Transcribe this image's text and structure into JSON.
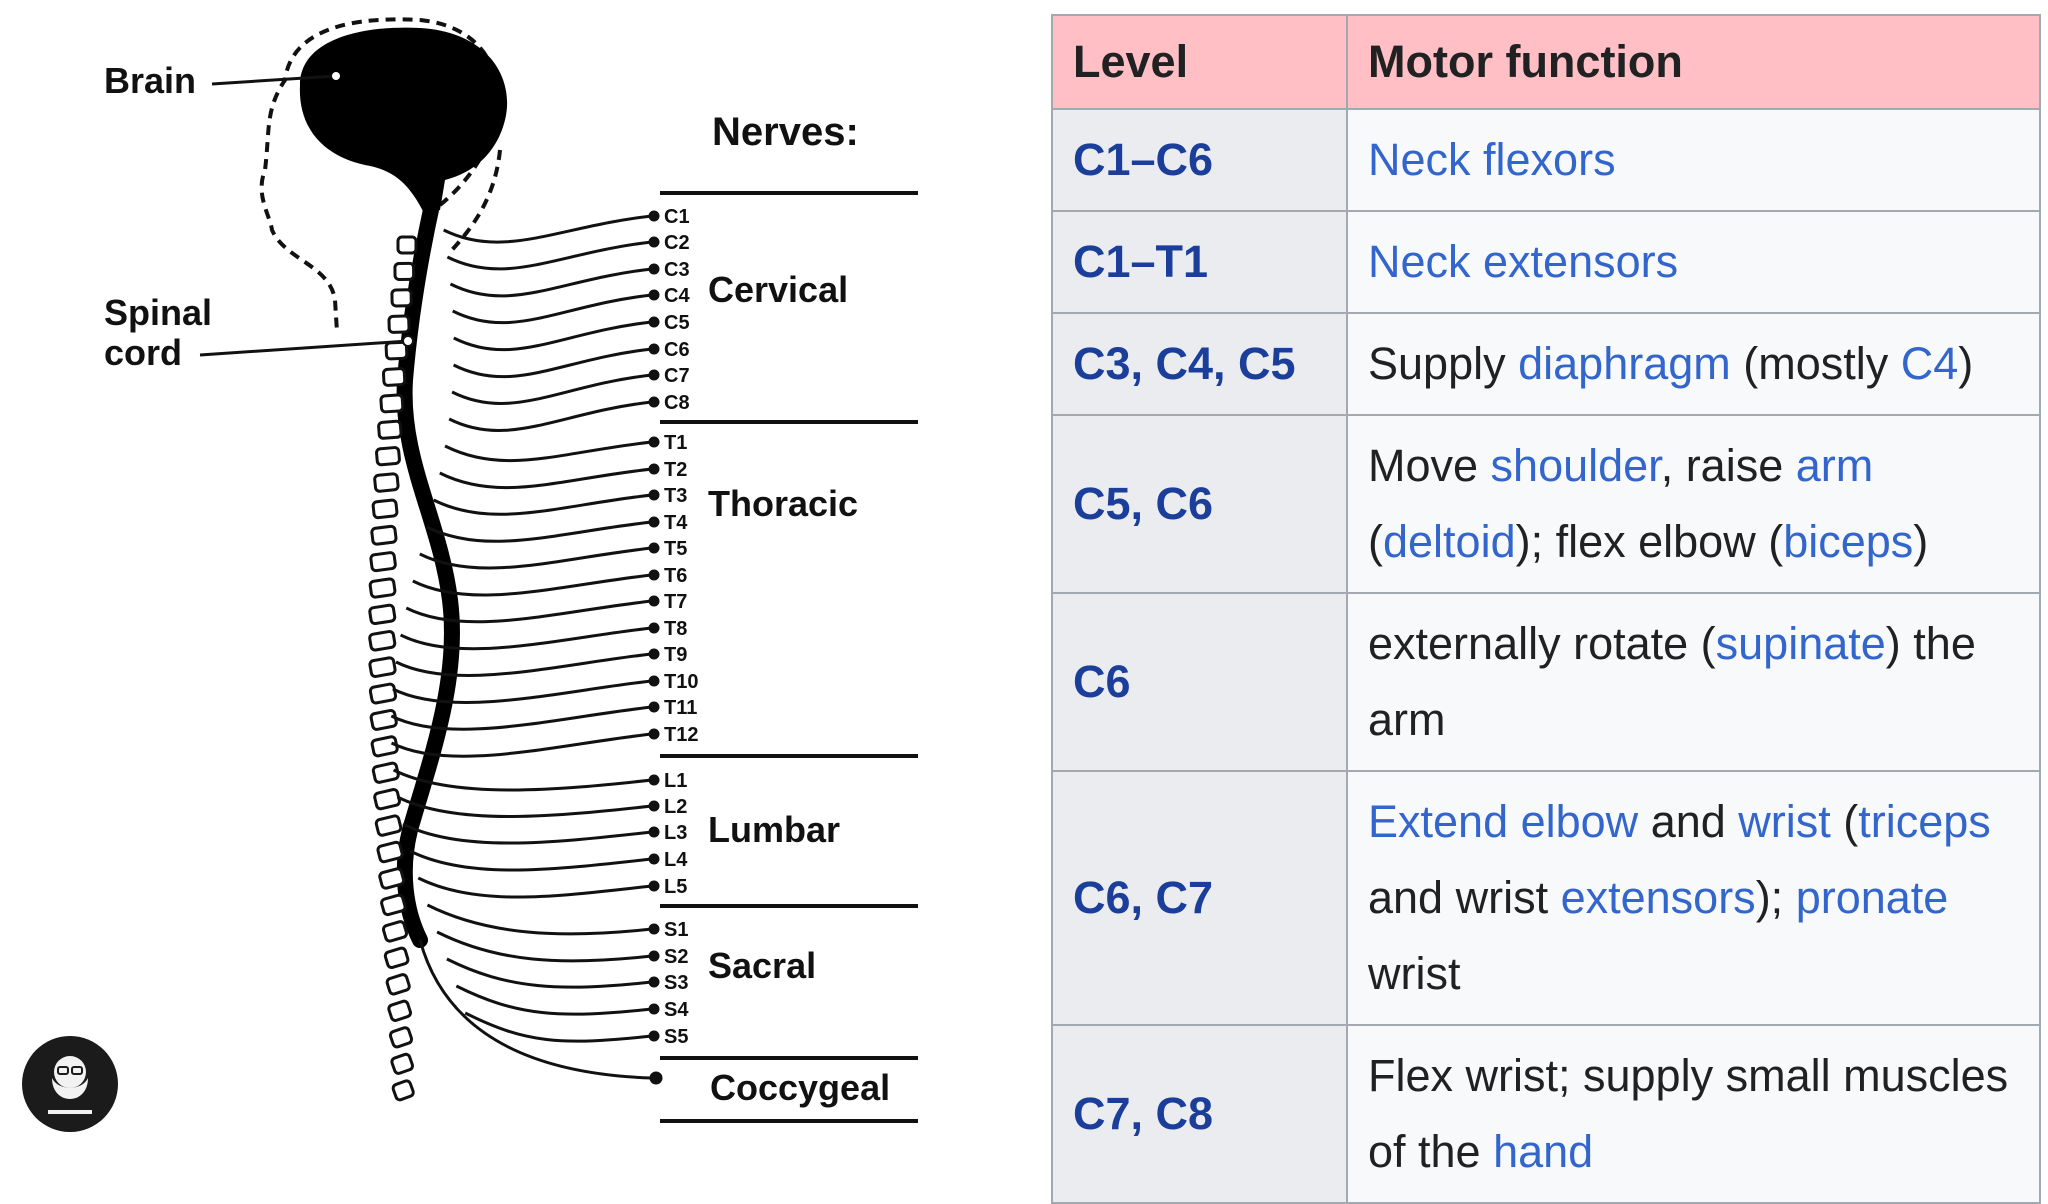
{
  "diagram": {
    "labels": {
      "brain": "Brain",
      "spinal_1": "Spinal",
      "spinal_2": "cord",
      "nerves_heading": "Nerves:"
    },
    "regions": [
      "Cervical",
      "Thoracic",
      "Lumbar",
      "Sacral",
      "Coccygeal"
    ],
    "nerves": [
      "C1",
      "C2",
      "C3",
      "C4",
      "C5",
      "C6",
      "C7",
      "C8",
      "T1",
      "T2",
      "T3",
      "T4",
      "T5",
      "T6",
      "T7",
      "T8",
      "T9",
      "T10",
      "T11",
      "T12",
      "L1",
      "L2",
      "L3",
      "L4",
      "L5",
      "S1",
      "S2",
      "S3",
      "S4",
      "S5"
    ]
  },
  "table": {
    "headers": {
      "level": "Level",
      "function": "Motor function"
    },
    "rows": [
      {
        "level": "C1–C6",
        "func": [
          [
            "Neck flexors",
            true
          ]
        ]
      },
      {
        "level": "C1–T1",
        "func": [
          [
            "Neck extensors",
            true
          ]
        ]
      },
      {
        "level": "C3, C4, C5",
        "func": [
          [
            "Supply ",
            false
          ],
          [
            "diaphragm",
            true
          ],
          [
            " (mostly ",
            false
          ],
          [
            "C4",
            true
          ],
          [
            ")",
            false
          ]
        ]
      },
      {
        "level": "C5, C6",
        "func": [
          [
            "Move ",
            false
          ],
          [
            "shoulder",
            true
          ],
          [
            ", raise ",
            false
          ],
          [
            "arm",
            true
          ],
          [
            " (",
            false
          ],
          [
            "deltoid",
            true
          ],
          [
            "); flex elbow (",
            false
          ],
          [
            "biceps",
            true
          ],
          [
            ")",
            false
          ]
        ]
      },
      {
        "level": "C6",
        "func": [
          [
            "externally rotate (",
            false
          ],
          [
            "supinate",
            true
          ],
          [
            ") the arm",
            false
          ]
        ]
      },
      {
        "level": "C6, C7",
        "func": [
          [
            "Extend elbow",
            true
          ],
          [
            " and ",
            false
          ],
          [
            "wrist",
            true
          ],
          [
            " (",
            false
          ],
          [
            "triceps",
            true
          ],
          [
            " and wrist ",
            false
          ],
          [
            "extensors",
            true
          ],
          [
            "); ",
            false
          ],
          [
            "pronate",
            true
          ],
          [
            " wrist",
            false
          ]
        ]
      },
      {
        "level": "C7, C8",
        "func": [
          [
            "Flex wrist; supply small muscles of the ",
            false
          ],
          [
            "hand",
            true
          ]
        ]
      }
    ]
  },
  "colors": {
    "header_bg": "#ffbfc4",
    "level_bg": "#eaecf0",
    "level_text": "#1a3e9a",
    "link": "#3366cc",
    "border": "#a2a9b1"
  },
  "logo_icon": "bearded-man-avatar-icon"
}
